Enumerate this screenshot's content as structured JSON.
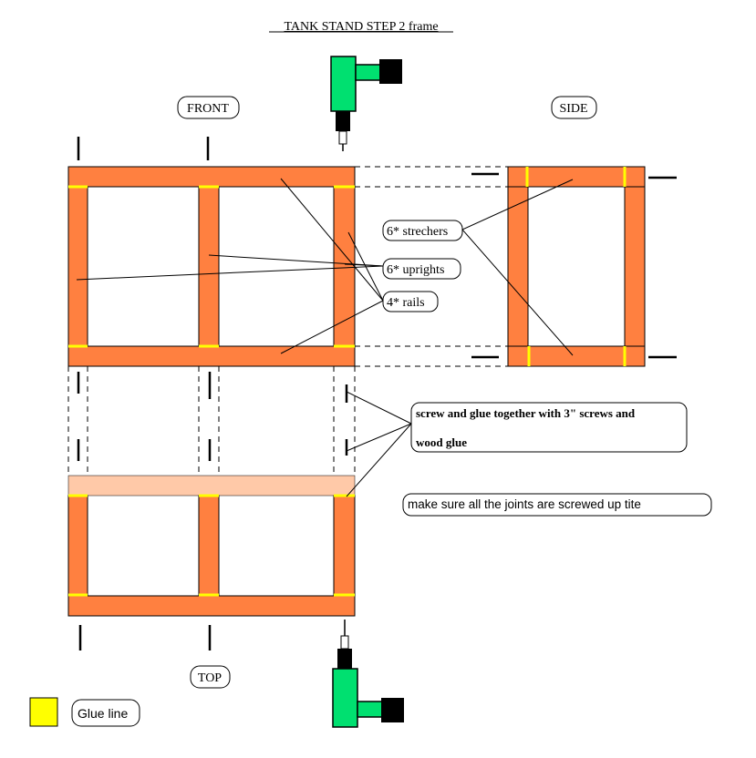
{
  "title": "TANK STAND STEP 2 frame",
  "views": {
    "front": "FRONT",
    "side": "SIDE",
    "top": "TOP"
  },
  "callouts": {
    "strechers": "6* strechers",
    "uprights": "6* uprights",
    "rails": "4* rails",
    "screw_line1": "screw and glue together with 3\" screws and",
    "screw_line2": "wood glue",
    "tite": "make sure all the joints are screwed up tite"
  },
  "legend": {
    "label": "Glue line"
  },
  "colors": {
    "wood": "#ff8040",
    "glue": "#ffff00",
    "drill_body": "#00e070",
    "drill_chuck": "#000000",
    "outline": "#000000",
    "watermark": "#ffffff"
  },
  "icons": {
    "drill": "cordless-drill-icon",
    "screw": "screw-icon"
  }
}
